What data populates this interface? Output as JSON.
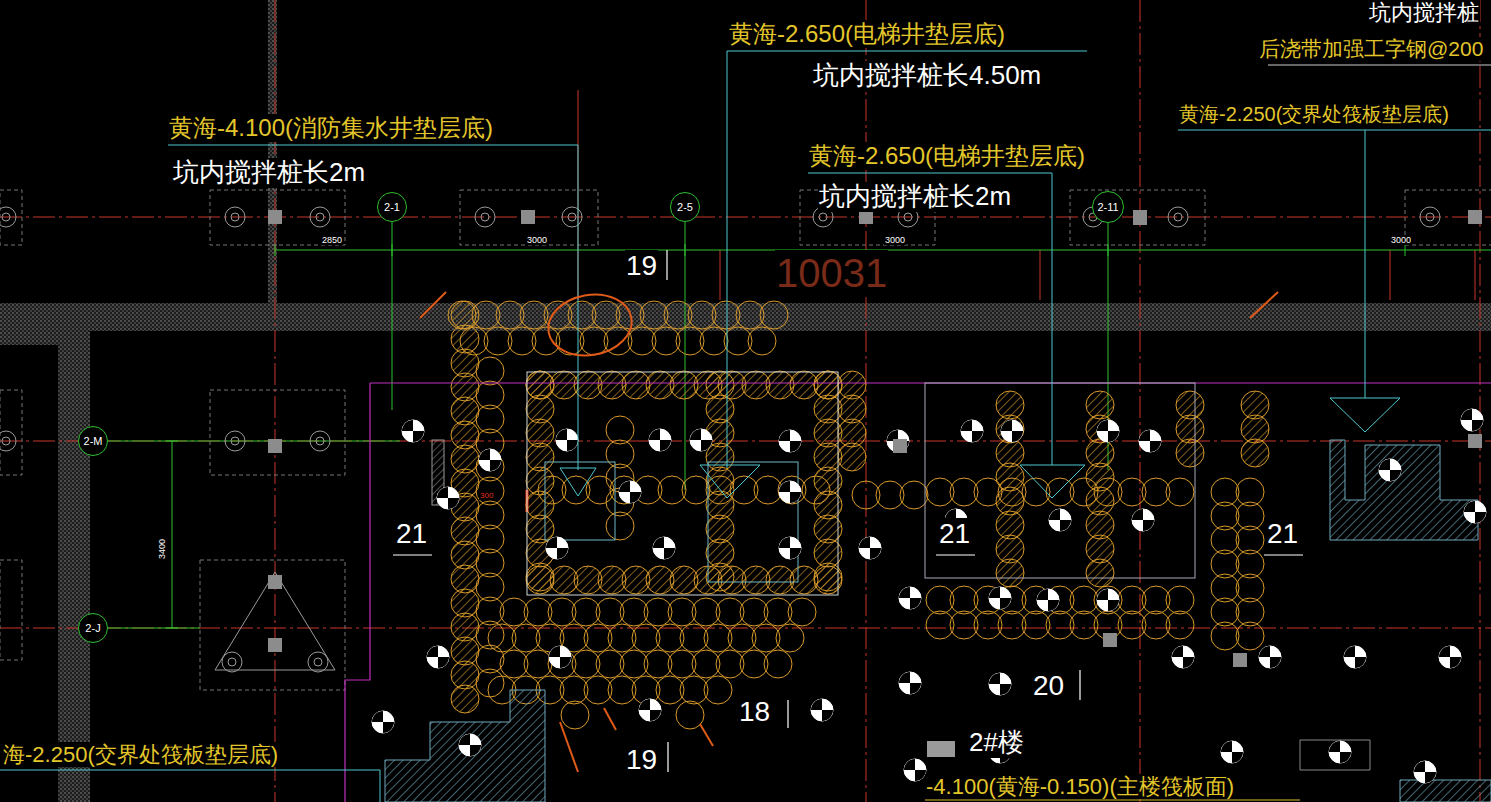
{
  "diagram": {
    "nodes": [
      {
        "text": [
          "2-1"
        ]
      },
      {
        "text": [
          "2-5"
        ]
      },
      {
        "text": [
          "2-11"
        ]
      },
      {
        "text": [
          "2-M"
        ]
      },
      {
        "text": [
          "2-J"
        ]
      }
    ],
    "labels": [
      "坑内搅拌桩",
      "后浇带加强工字钢@200",
      "黄海-2.650(电梯井垫层底)",
      "坑内搅拌桩长4.50m",
      "黄海-2.250(交界处筏板垫层底)",
      "黄海-4.100(消防集水井垫层底)",
      "坑内搅拌桩长2m",
      "黄海-2.650(电梯井垫层底)",
      "坑内搅拌桩长2m",
      "2850",
      "3000",
      "3000",
      "3000",
      "19",
      "10031",
      "21",
      "21",
      "21",
      "300",
      "18",
      "20",
      "19",
      "2#楼",
      "-4.100(黄海-0.150)(主楼筏板面)",
      "海-2.250(交界处筏板垫层底)",
      "3400"
    ]
  }
}
